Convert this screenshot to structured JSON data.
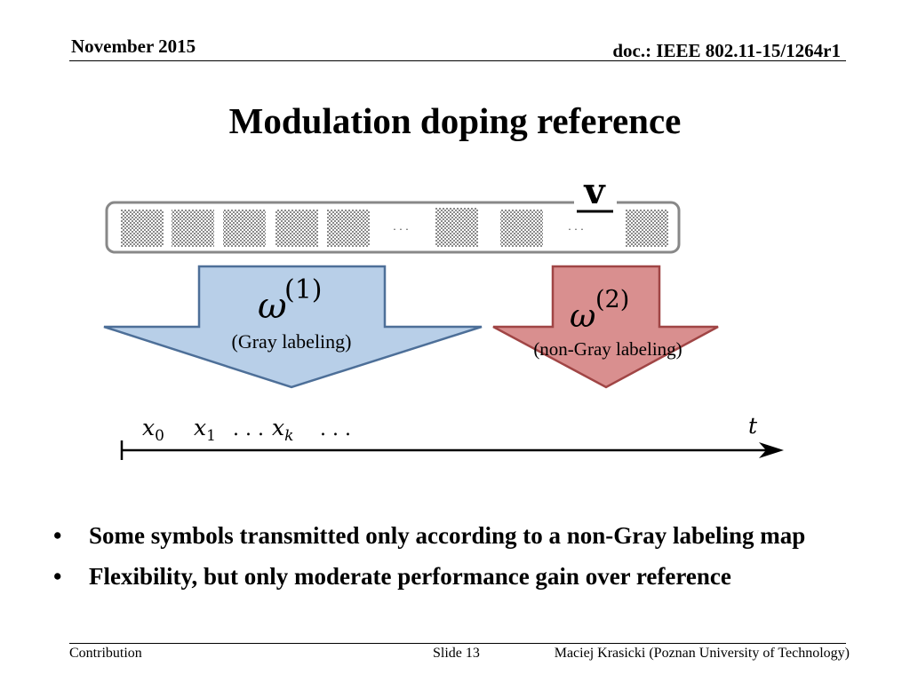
{
  "header": {
    "date": "November 2015",
    "doc_id": "doc.: IEEE 802.11-15/1264r1"
  },
  "slide": {
    "title": "Modulation doping reference"
  },
  "figure": {
    "vector_label": "v",
    "ellipsis_1": "· · ·",
    "ellipsis_2": "· · ·",
    "arrow_gray": {
      "symbol": "ω",
      "superscript": "(1)",
      "caption": "(Gray labeling)",
      "fill": "#b8cfe8",
      "stroke": "#4d6f98"
    },
    "arrow_nongray": {
      "symbol": "ω",
      "superscript": "(2)",
      "caption": "(non-Gray labeling)",
      "fill": "#d98f8f",
      "stroke": "#a04545"
    },
    "timeline": {
      "x0": "x",
      "x0_sub": "0",
      "x1": "x",
      "x1_sub": "1",
      "dots_mid": ". . .",
      "xk": "x",
      "xk_sub": "k",
      "dots_end": ". . .",
      "t_label": "t"
    }
  },
  "bullets": [
    "Some symbols transmitted only according to a non-Gray labeling map",
    "Flexibility, but only moderate performance gain over reference"
  ],
  "footer": {
    "left": "Contribution",
    "center": "Slide 13",
    "right": "Maciej Krasicki (Poznan University of Technology)"
  }
}
